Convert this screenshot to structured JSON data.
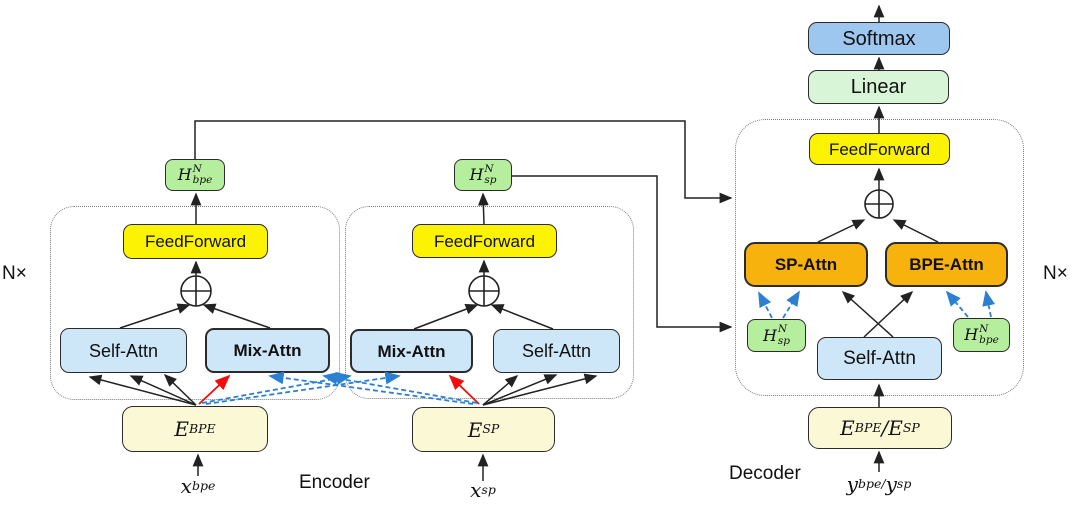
{
  "colors": {
    "feedforward_yellow": "#fcf303",
    "attn_light_blue": "#cde7f8",
    "softmax_blue": "#9dc7ef",
    "hidden_green": "#b5ee9c",
    "linear_pale_green": "#d8f5d8",
    "attn_orange": "#f8b20e",
    "embedding_cream": "#fbf8d6",
    "arrow_black": "#222222",
    "arrow_red": "#ef0d0d",
    "arrow_blue_dashed": "#2b80d2"
  },
  "icons": {
    "add": "⊕"
  },
  "labels": {
    "n_times_left": "N×",
    "n_times_right": "N×",
    "encoder": "Encoder",
    "decoder": "Decoder"
  },
  "encoder_bpe": {
    "feedforward": "FeedForward",
    "self_attn": "Self-Attn",
    "mix_attn": "Mix-Attn",
    "hidden": {
      "base": "H",
      "sup": "N",
      "sub": "bpe"
    },
    "embedding": {
      "base": "E",
      "sub": "BPE"
    },
    "input": {
      "base": "x",
      "sub": "bpe"
    }
  },
  "encoder_sp": {
    "feedforward": "FeedForward",
    "mix_attn": "Mix-Attn",
    "self_attn": "Self-Attn",
    "hidden": {
      "base": "H",
      "sup": "N",
      "sub": "sp"
    },
    "embedding": {
      "base": "E",
      "sub": "SP"
    },
    "input": {
      "base": "x",
      "sub": "sp"
    }
  },
  "decoder_block": {
    "softmax": "Softmax",
    "linear": "Linear",
    "feedforward": "FeedForward",
    "sp_attn": "SP-Attn",
    "bpe_attn": "BPE-Attn",
    "self_attn": "Self-Attn",
    "hidden_sp": {
      "base": "H",
      "sup": "N",
      "sub": "sp"
    },
    "hidden_bpe": {
      "base": "H",
      "sup": "N",
      "sub": "bpe"
    },
    "embedding": {
      "base1": "E",
      "sub1": "BPE",
      "sep": "/",
      "base2": "E",
      "sub2": "SP"
    },
    "input": {
      "base1": "y",
      "sub1": "bpe",
      "sep": "/",
      "base2": "y",
      "sub2": "sp"
    }
  }
}
